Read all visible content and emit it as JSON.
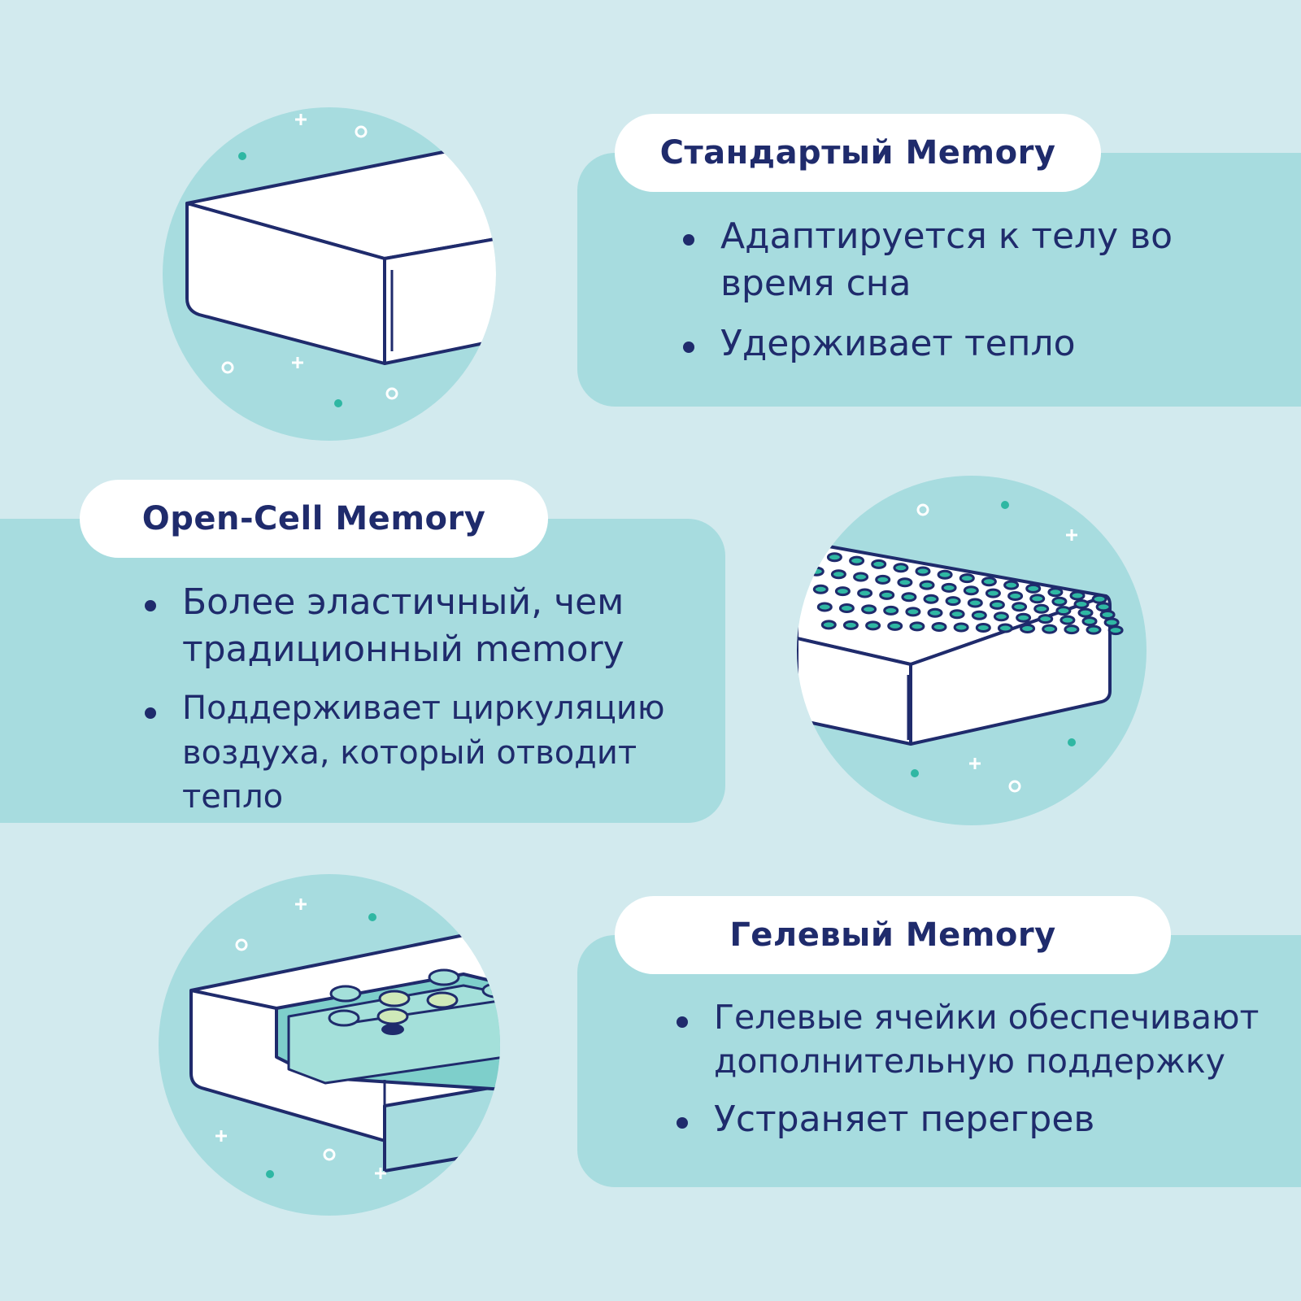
{
  "sections": [
    {
      "title": "Стандартый Memory",
      "bullets": [
        "Адаптируется к телу во время сна",
        "Удерживает тепло"
      ]
    },
    {
      "title": "Open-Cell Memory",
      "bullets": [
        "Более эластичный, чем традиционный memory",
        "Поддерживает циркуляцию воздуха, который отводит тепло"
      ]
    },
    {
      "title": "Гелевый Memory",
      "bullets": [
        "Гелевые ячейки обеспечивают дополнительную поддержку",
        "Устраняет перегрев"
      ]
    }
  ],
  "colors": {
    "background": "#d2eaee",
    "panel": "#a7dcdf",
    "navy": "#1f2b6c",
    "accent": "#2fb7a3"
  },
  "icons": [
    "standard-mattress-icon",
    "open-cell-mattress-icon",
    "gel-mattress-icon"
  ]
}
